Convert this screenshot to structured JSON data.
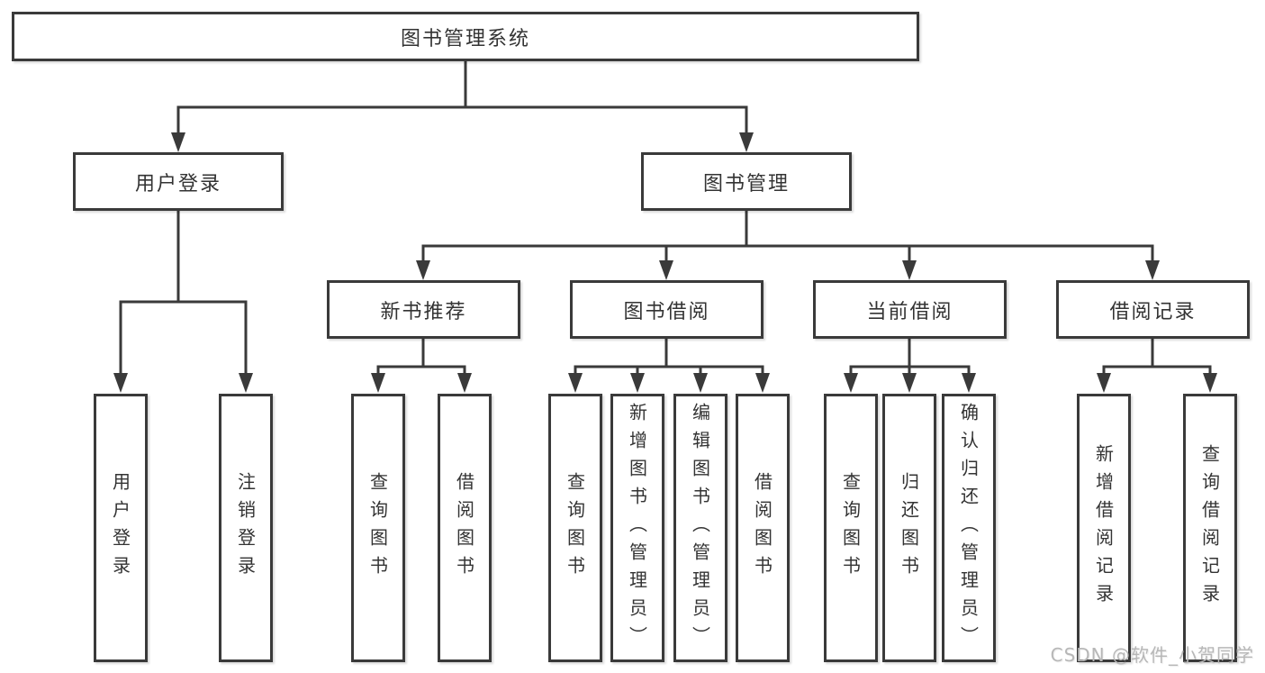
{
  "diagram": {
    "nodes": [
      {
        "id": "library-system",
        "label": "图书管理系统",
        "parent": null
      },
      {
        "id": "user-login",
        "label": "用户登录",
        "parent": "library-system"
      },
      {
        "id": "book-management",
        "label": "图书管理",
        "parent": "library-system"
      },
      {
        "id": "new-book-recommend",
        "label": "新书推荐",
        "parent": "book-management"
      },
      {
        "id": "book-borrowing",
        "label": "图书借阅",
        "parent": "book-management"
      },
      {
        "id": "current-borrowing",
        "label": "当前借阅",
        "parent": "book-management"
      },
      {
        "id": "borrowing-records",
        "label": "借阅记录",
        "parent": "book-management"
      },
      {
        "id": "user-login-action",
        "label": "用户登录",
        "parent": "user-login"
      },
      {
        "id": "logout-action",
        "label": "注销登录",
        "parent": "user-login"
      },
      {
        "id": "nbr-query-books",
        "label": "查询图书",
        "parent": "new-book-recommend"
      },
      {
        "id": "nbr-borrow-books",
        "label": "借阅图书",
        "parent": "new-book-recommend"
      },
      {
        "id": "bb-query-books",
        "label": "查询图书",
        "parent": "book-borrowing"
      },
      {
        "id": "bb-add-books",
        "label": "新增图书（管理员）",
        "parent": "book-borrowing"
      },
      {
        "id": "bb-edit-books",
        "label": "编辑图书（管理员）",
        "parent": "book-borrowing"
      },
      {
        "id": "bb-borrow-books",
        "label": "借阅图书",
        "parent": "book-borrowing"
      },
      {
        "id": "cb-query-books",
        "label": "查询图书",
        "parent": "current-borrowing"
      },
      {
        "id": "cb-return-books",
        "label": "归还图书",
        "parent": "current-borrowing"
      },
      {
        "id": "cb-confirm-return",
        "label": "确认归还（管理员）",
        "parent": "current-borrowing"
      },
      {
        "id": "br-add-record",
        "label": "新增借阅记录",
        "parent": "borrowing-records"
      },
      {
        "id": "br-query-record",
        "label": "查询借阅记录",
        "parent": "borrowing-records"
      }
    ]
  },
  "watermark": {
    "text": "CSDN @软件_小贺同学"
  },
  "colors": {
    "line": "#3a3a3a",
    "box_border": "#3a3a3a",
    "box_fill": "#ffffff",
    "text": "#333333",
    "watermark": "#b7b7b7",
    "background": "#ffffff"
  }
}
